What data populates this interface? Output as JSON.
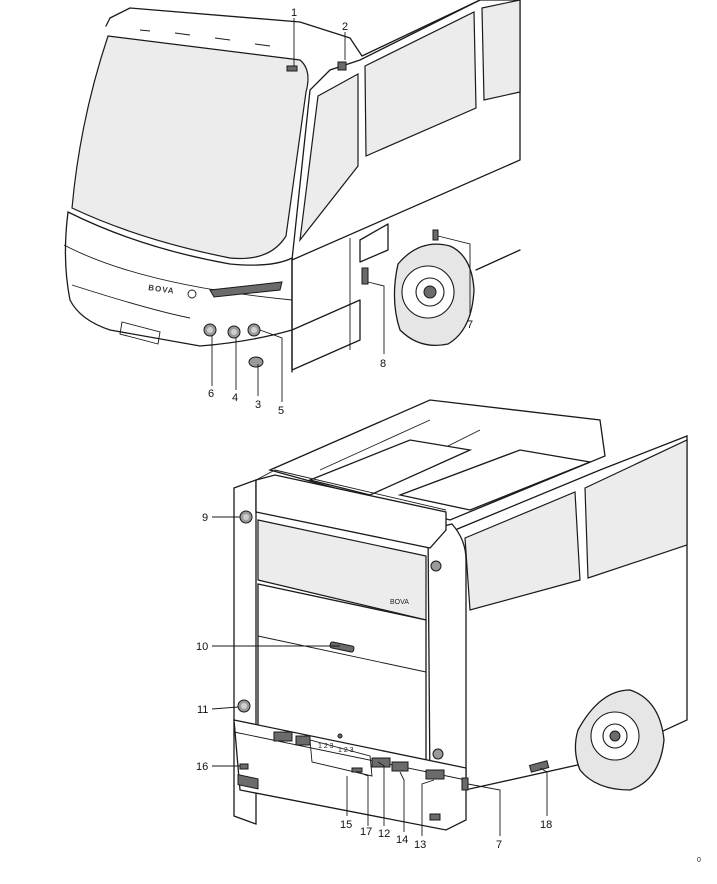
{
  "brand_front": "BOVA",
  "figure_code": "0",
  "callouts": [
    {
      "id": "label-1",
      "text": "1"
    },
    {
      "id": "label-2",
      "text": "2"
    },
    {
      "id": "label-3",
      "text": "3"
    },
    {
      "id": "label-4",
      "text": "4"
    },
    {
      "id": "label-5",
      "text": "5"
    },
    {
      "id": "label-6",
      "text": "6"
    },
    {
      "id": "label-7a",
      "text": "7"
    },
    {
      "id": "label-8",
      "text": "8"
    },
    {
      "id": "label-9",
      "text": "9"
    },
    {
      "id": "label-10",
      "text": "10"
    },
    {
      "id": "label-11",
      "text": "11"
    },
    {
      "id": "label-12",
      "text": "12"
    },
    {
      "id": "label-13",
      "text": "13"
    },
    {
      "id": "label-14",
      "text": "14"
    },
    {
      "id": "label-15",
      "text": "15"
    },
    {
      "id": "label-16",
      "text": "16"
    },
    {
      "id": "label-17",
      "text": "17"
    },
    {
      "id": "label-18",
      "text": "18"
    },
    {
      "id": "label-7b",
      "text": "7"
    }
  ]
}
